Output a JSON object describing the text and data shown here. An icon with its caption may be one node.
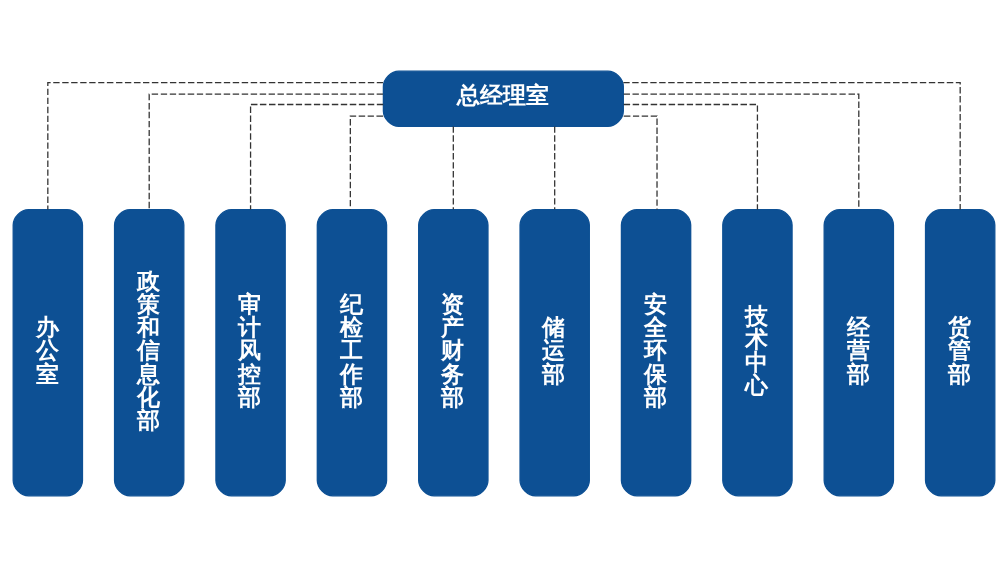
{
  "diagram": {
    "nodes": [
      {
        "text": [
          "总经理室"
        ]
      },
      {
        "text": [
          "办公室"
        ]
      },
      {
        "text": [
          "政策和信息化部"
        ]
      },
      {
        "text": [
          "审计风控部"
        ]
      },
      {
        "text": [
          "纪检工作部"
        ]
      },
      {
        "text": [
          "资产财务部"
        ]
      },
      {
        "text": [
          "储运部"
        ]
      },
      {
        "text": [
          "安全环保部"
        ]
      },
      {
        "text": [
          "技术中心"
        ]
      },
      {
        "text": [
          "经营部"
        ]
      },
      {
        "text": [
          "货管部"
        ]
      }
    ],
    "edges": [
      {
        "from": 0,
        "to": 1,
        "arrow": "none",
        "style": "dashed"
      },
      {
        "from": 0,
        "to": 2,
        "arrow": "none",
        "style": "dashed"
      },
      {
        "from": 0,
        "to": 3,
        "arrow": "none",
        "style": "dashed"
      },
      {
        "from": 0,
        "to": 4,
        "arrow": "none",
        "style": "dashed"
      },
      {
        "from": 0,
        "to": 5,
        "arrow": "none",
        "style": "dashed"
      },
      {
        "from": 0,
        "to": 6,
        "arrow": "none",
        "style": "dashed"
      },
      {
        "from": 0,
        "to": 7,
        "arrow": "none",
        "style": "dashed"
      },
      {
        "from": 0,
        "to": 8,
        "arrow": "none",
        "style": "dashed"
      },
      {
        "from": 0,
        "to": 9,
        "arrow": "none",
        "style": "dashed"
      },
      {
        "from": 0,
        "to": 10,
        "arrow": "none",
        "style": "dashed"
      }
    ]
  }
}
